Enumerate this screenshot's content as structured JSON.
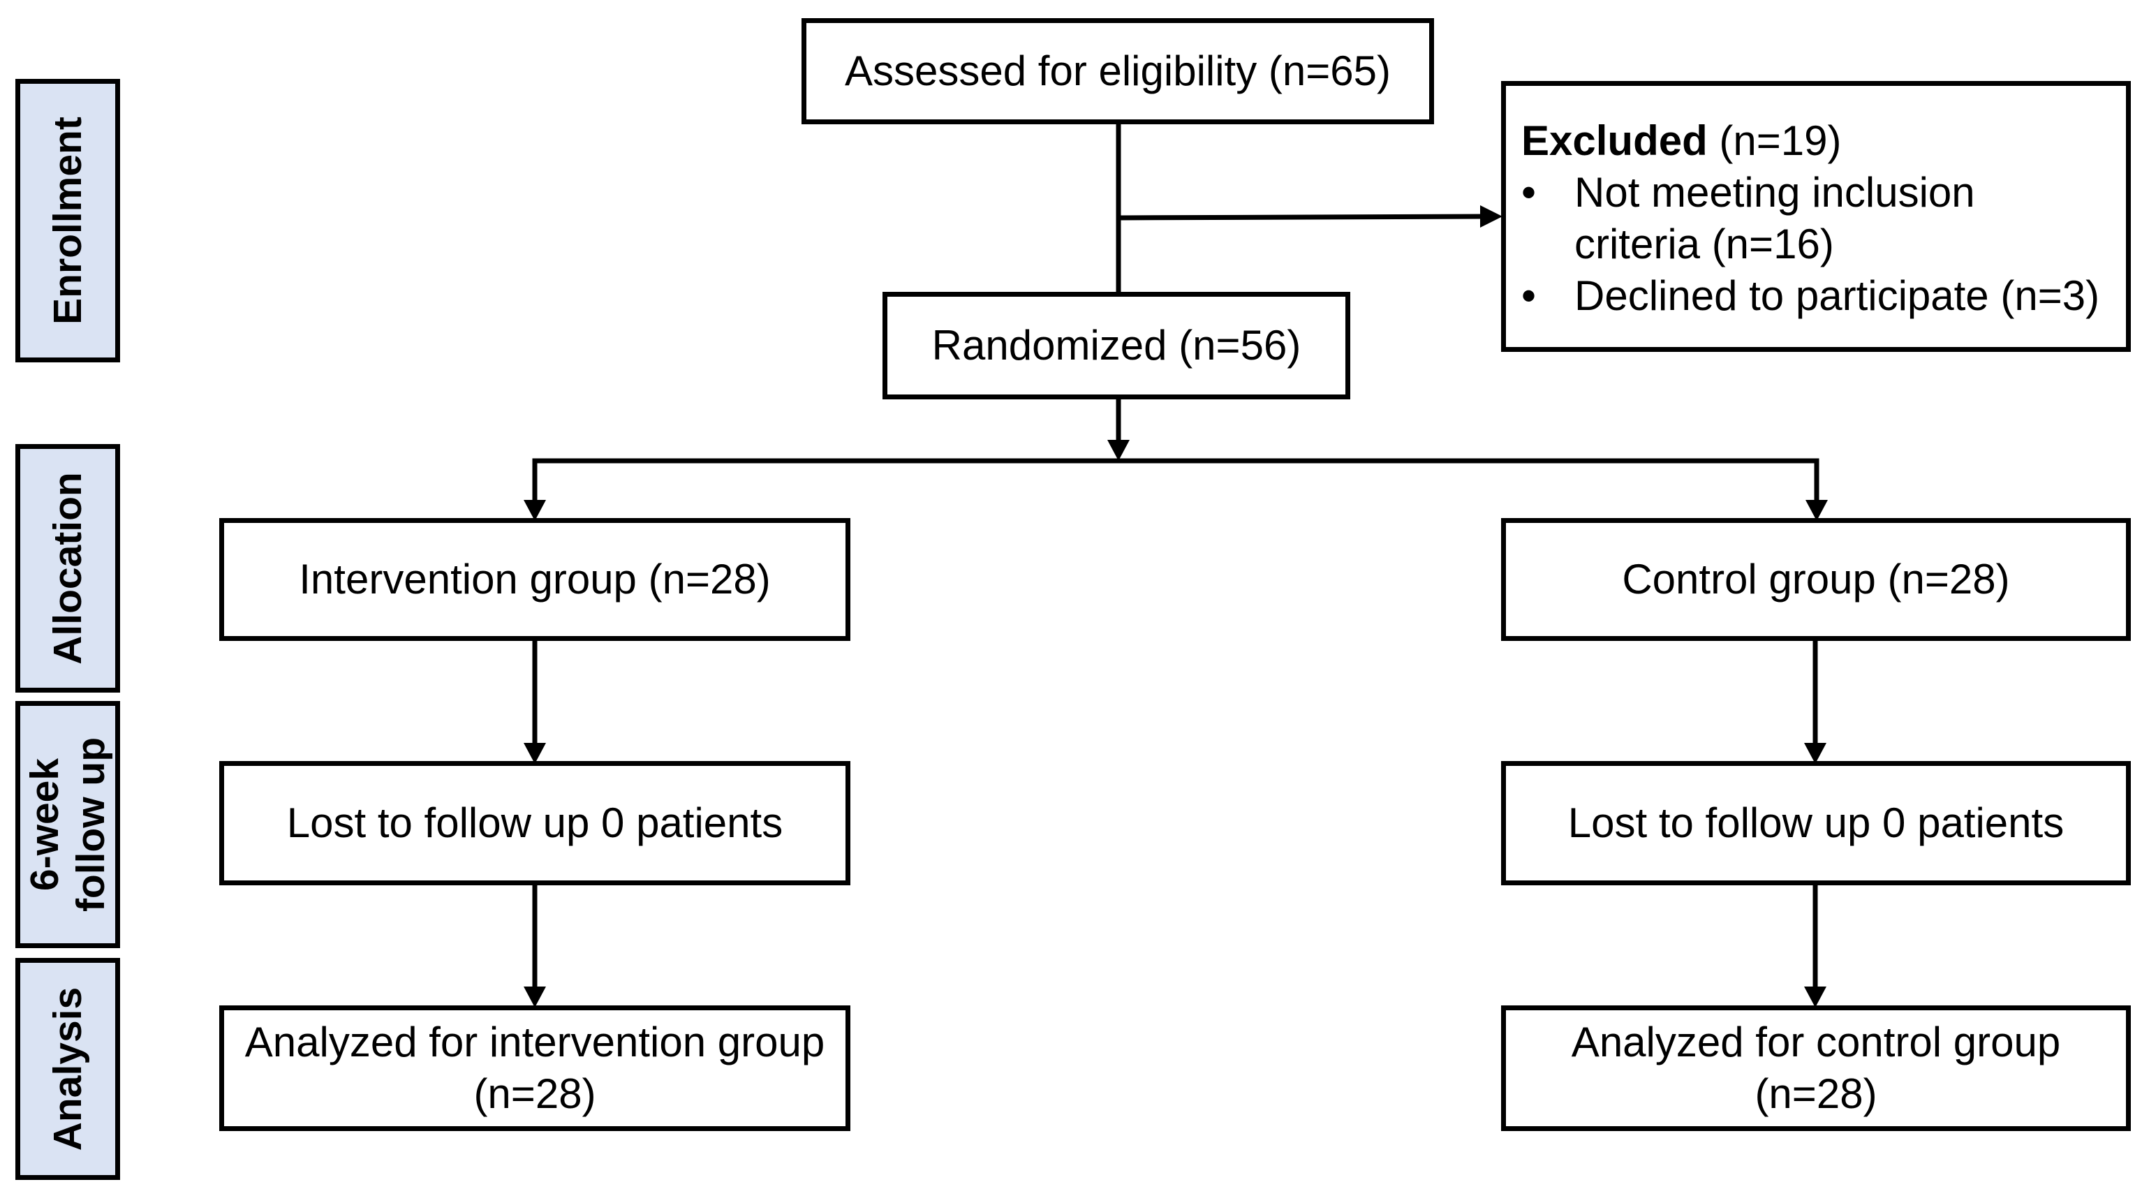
{
  "stages": {
    "enrollment": "Enrollment",
    "allocation": "Allocation",
    "followup_line1": "6-week",
    "followup_line2": "follow up",
    "analysis": "Analysis"
  },
  "boxes": {
    "assessed": "Assessed for eligibility (n=65)",
    "excluded_title": "Excluded",
    "excluded_count": " (n=19)",
    "excluded_bullet": "•",
    "excluded_item1": "Not meeting inclusion criteria (n=16)",
    "excluded_item2": "Declined to participate (n=3)",
    "randomized": "Randomized (n=56)",
    "intervention": "Intervention group (n=28)",
    "control": "Control group (n=28)",
    "lost_intervention": "Lost to follow up 0 patients",
    "lost_control": "Lost to follow up 0 patients",
    "analyzed_intervention_line1": "Analyzed for intervention group",
    "analyzed_intervention_line2": "(n=28)",
    "analyzed_control_line1": "Analyzed for control group",
    "analyzed_control_line2": "(n=28)"
  },
  "colors": {
    "stage_fill": "#dae3f3",
    "line": "#000000"
  }
}
